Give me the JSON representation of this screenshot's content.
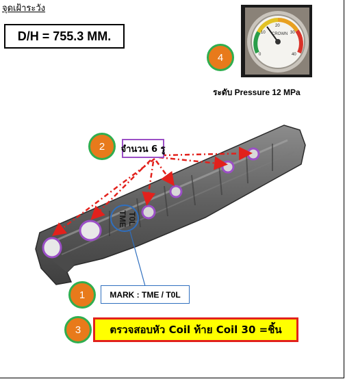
{
  "header": {
    "title": "จุดเฝ้าระวัง",
    "dh_spec": "D/H = 755.3 MM."
  },
  "gauge": {
    "label": "ระดับ Pressure 12 MPa",
    "face_brand": "CROWN",
    "scale_labels": [
      "0",
      "10",
      "20",
      "30",
      "40"
    ]
  },
  "callouts": [
    {
      "number": "1",
      "text": "MARK : TME / T0L"
    },
    {
      "number": "2",
      "text": "จำนวน 6 รู"
    },
    {
      "number": "3",
      "text": "ตรวจสอบหัว Coil ท้าย Coil 30 =ชิ้น"
    },
    {
      "number": "4",
      "text": ""
    }
  ],
  "part": {
    "stamp_line1": "TME",
    "stamp_line2": "T0L"
  },
  "colors": {
    "badge_fill": "#e87a1b",
    "badge_ring": "#2fae4f",
    "hole_highlight": "#9b4fc6",
    "arrow": "#e2211c",
    "mark_outline": "#2f6fbf",
    "check_fill": "#ffff00"
  }
}
